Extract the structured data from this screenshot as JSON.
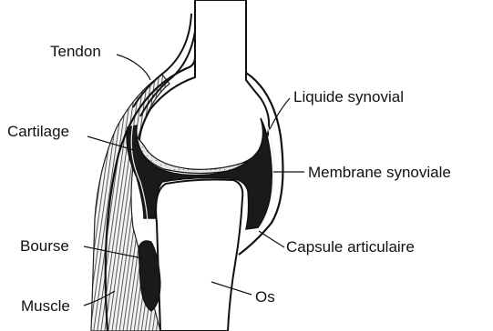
{
  "labels": {
    "tendon": "Tendon",
    "cartilage": "Cartilage",
    "bourse": "Bourse",
    "muscle": "Muscle",
    "liquide_synovial": "Liquide synovial",
    "membrane_synoviale": "Membrane synoviale",
    "capsule_articulaire": "Capsule articulaire",
    "os": "Os"
  },
  "colors": {
    "ink": "#111111",
    "synovial_fluid": "#1a1a1a",
    "cartilage": "#d9d9d9",
    "background": "#ffffff"
  }
}
